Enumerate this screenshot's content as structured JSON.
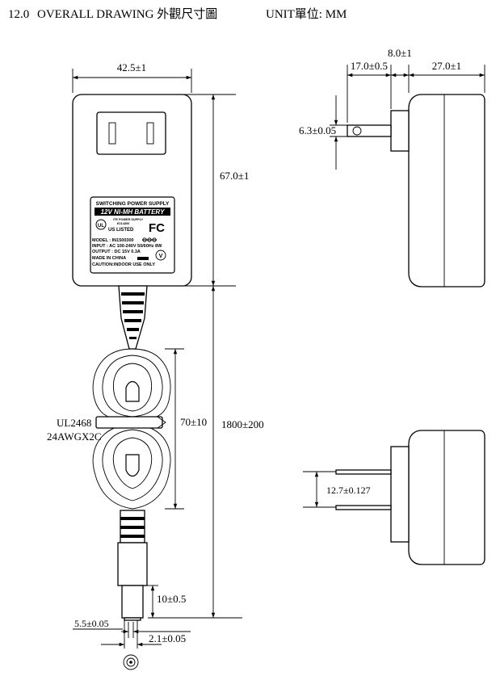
{
  "title": {
    "section": "12.0",
    "heading": "OVERALL DRAWING 外觀尺寸圖",
    "unit": "UNIT單位: MM"
  },
  "dimensions": {
    "width": "42.5±1",
    "height": "67.0±1",
    "cable_length": "1800±200",
    "coil_height": "70±10",
    "barrel_length": "10±0.5",
    "barrel_od": "5.5±0.05",
    "pin_id": "2.1±0.05",
    "prong_length": "17.0±0.5",
    "gap": "8.0±1",
    "depth": "27.0±1",
    "prong_thickness": "6.3±0.05",
    "prong_spacing": "12.7±0.127"
  },
  "cable_spec": {
    "line1": "UL2468",
    "line2": "24AWGX2C"
  },
  "label": {
    "header": "SWITCHING POWER SUPPLY",
    "banner": "12V NI-MH BATTERY",
    "ul_text": "US LISTED",
    "ul_sub1": "ITE POWER SUPPLY",
    "ul_sub2": "E214300",
    "fc_text": "FC",
    "model": "MODEL : IN1500300",
    "input": "INPUT : AC 100-240V 50/60Hz 8W",
    "output": "OUTPUT : DC 15V 0.3A",
    "made": "MADE IN CHINA",
    "caution": "CAUTION:INDOOR USE ONLY",
    "class_mark": "V"
  }
}
